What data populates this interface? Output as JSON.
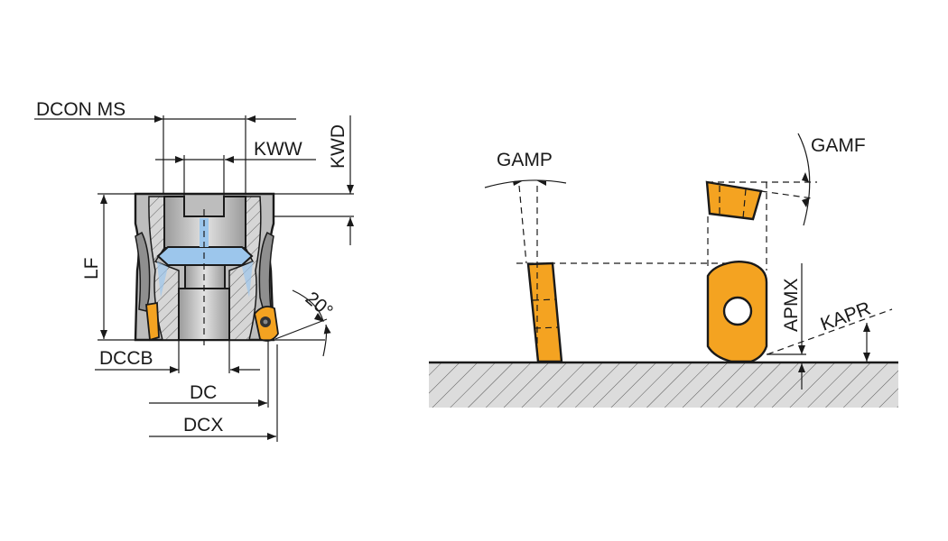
{
  "tool_view": {
    "labels": {
      "dcon_ms": "DCON MS",
      "kww": "KWW",
      "kwd": "KWD",
      "lf": "LF",
      "dccb": "DCCB",
      "dc": "DC",
      "dcx": "DCX",
      "angle": "20°"
    }
  },
  "insert_view": {
    "labels": {
      "gamp": "GAMP",
      "gamf": "GAMF",
      "apmx": "APMX",
      "kapr": "KAPR"
    }
  },
  "colors": {
    "insert": "#f4a321",
    "coolant": "#9cc6ec",
    "body": "#c4c4c4",
    "ground": "#e4e4e4"
  }
}
